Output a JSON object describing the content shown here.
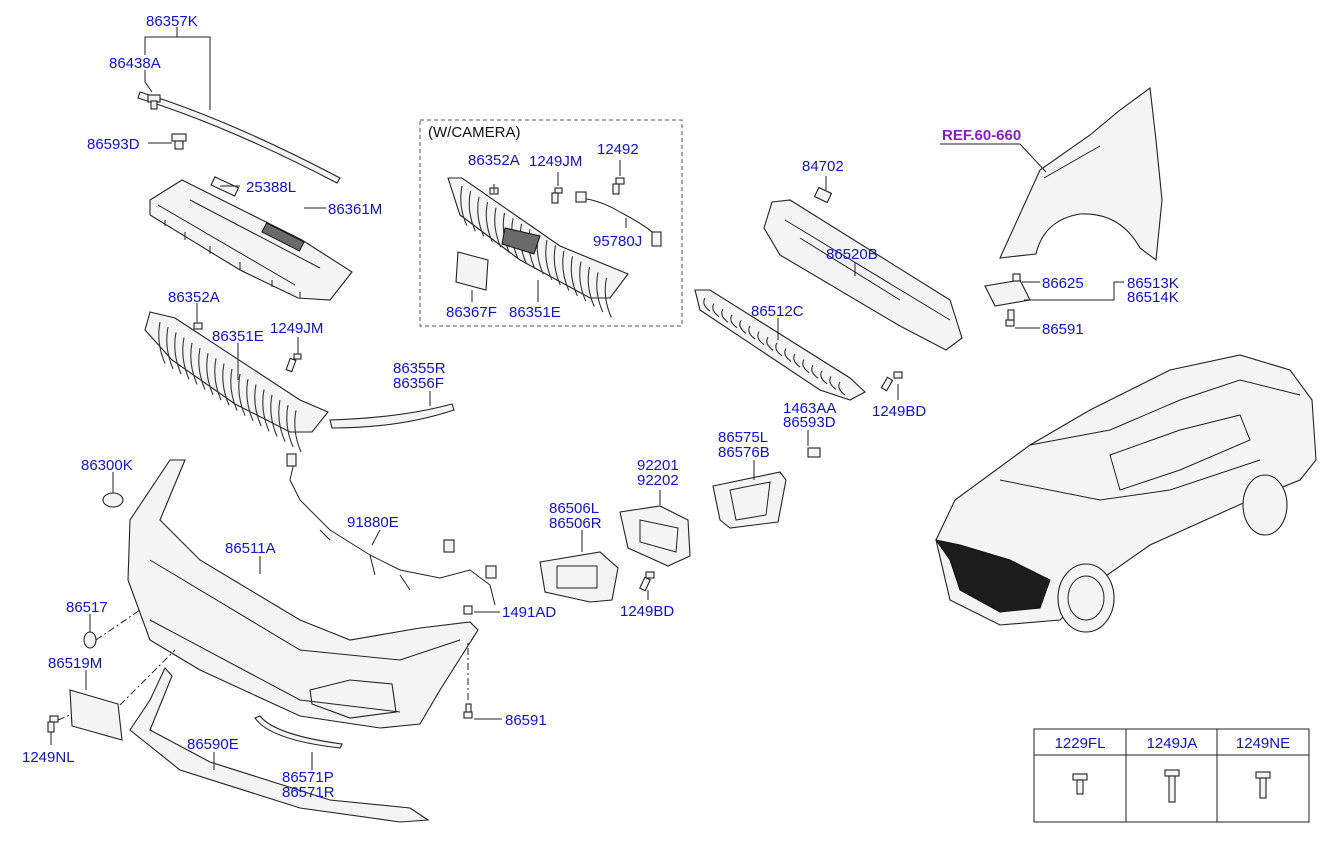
{
  "labels": {
    "p86357K": "86357K",
    "p86438A": "86438A",
    "p86593D_top": "86593D",
    "p25388L": "25388L",
    "p86361M": "86361M",
    "p86352A_left": "86352A",
    "p86351E_left": "86351E",
    "p1249JM_left": "1249JM",
    "p86355R": "86355R",
    "p86356F": "86356F",
    "camera_title": "(W/CAMERA)",
    "p86352A_cam": "86352A",
    "p1249JM_cam": "1249JM",
    "p12492": "12492",
    "p95780J": "95780J",
    "p86367F": "86367F",
    "p86351E_cam": "86351E",
    "p84702": "84702",
    "p86520B": "86520B",
    "p86512C": "86512C",
    "p1249BD_top": "1249BD",
    "p1463AA": "1463AA",
    "p86593D_mid": "86593D",
    "p86575L": "86575L",
    "p86576B": "86576B",
    "p92201": "92201",
    "p92202": "92202",
    "p86506L": "86506L",
    "p86506R": "86506R",
    "p1249BD_mid": "1249BD",
    "ref": "REF.60-660",
    "p86625": "86625",
    "p86513K": "86513K",
    "p86514K": "86514K",
    "p86591_right": "86591",
    "p86300K": "86300K",
    "p86511A": "86511A",
    "p91880E": "91880E",
    "p1491AD": "1491AD",
    "p86517": "86517",
    "p86519M": "86519M",
    "p1249NL": "1249NL",
    "p86591_low": "86591",
    "p86590E": "86590E",
    "p86571P": "86571P",
    "p86571R": "86571R"
  },
  "legend": {
    "columns": [
      "1229FL",
      "1249JA",
      "1249NE"
    ]
  },
  "colors": {
    "part_label": "#1010d8",
    "reference_label": "#8a1ccf",
    "line_art": "#222222",
    "car_highlight": "#111111"
  }
}
